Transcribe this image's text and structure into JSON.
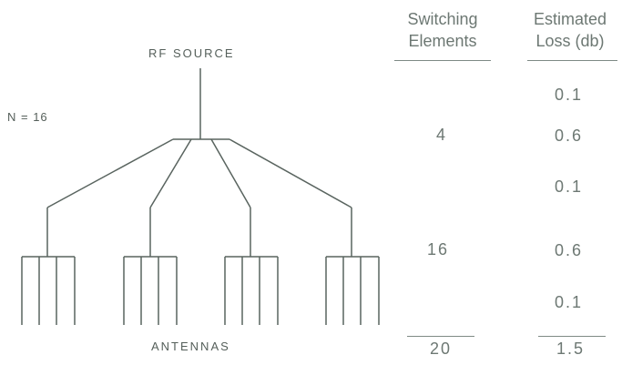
{
  "diagram": {
    "source_label": "RF SOURCE",
    "n_label": "N = 16",
    "antennas_label": "ANTENNAS"
  },
  "table": {
    "col1_header": "Switching\nElements",
    "col2_header": "Estimated\nLoss (db)",
    "switching_elements": [
      "4",
      "16"
    ],
    "total_elements": "20",
    "losses": [
      "0.1",
      "0.6",
      "0.1",
      "0.6",
      "0.1"
    ],
    "total_loss": "1.5"
  }
}
